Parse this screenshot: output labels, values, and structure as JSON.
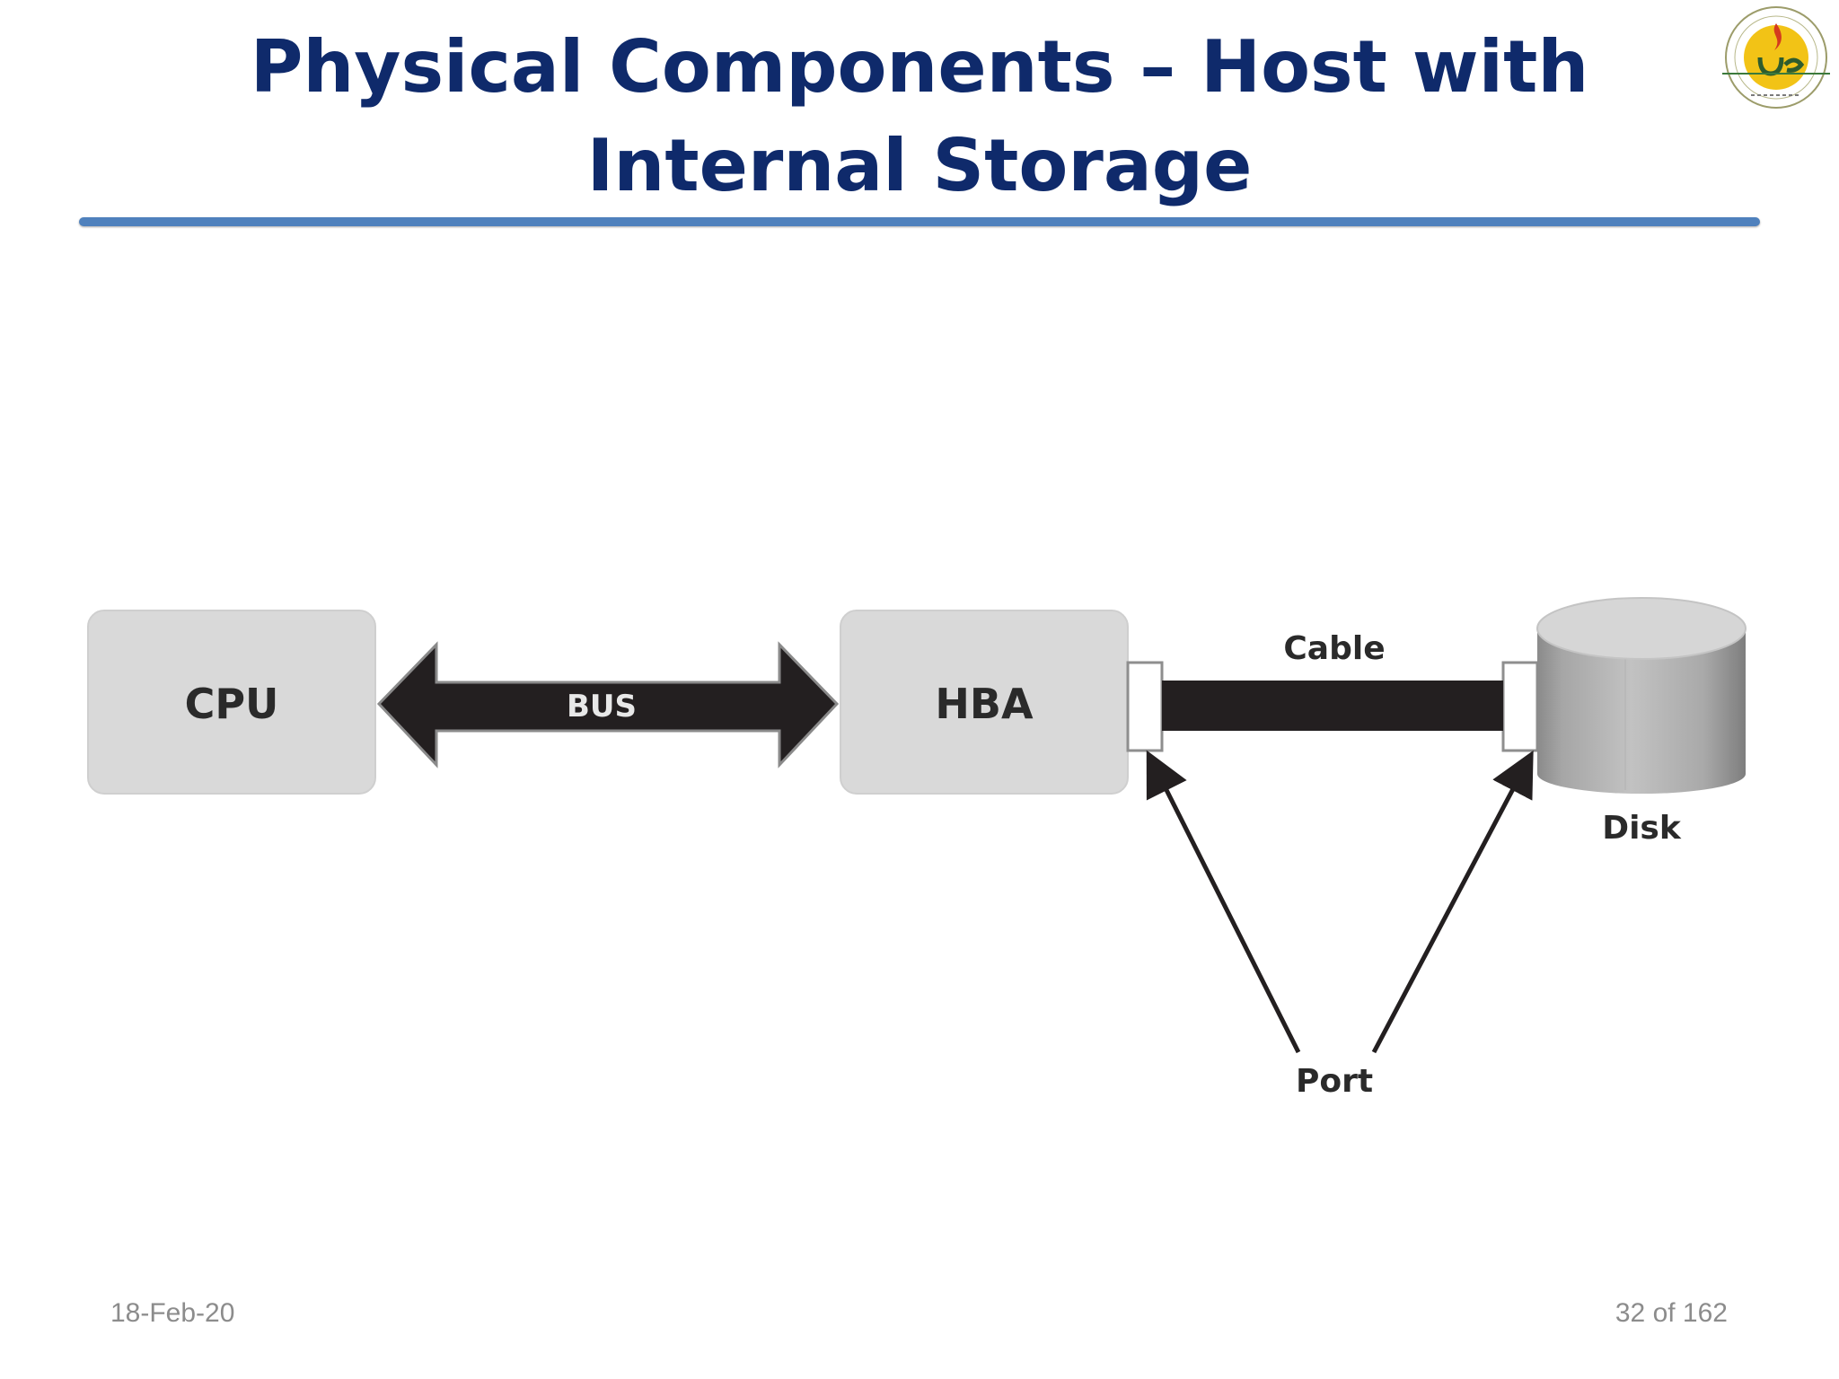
{
  "slide": {
    "title": "Physical Components – Host with Internal Storage",
    "date": "18-Feb-20",
    "page": "32 of 162"
  },
  "diagram": {
    "cpu_label": "CPU",
    "bus_label": "BUS",
    "hba_label": "HBA",
    "cable_label": "Cable",
    "disk_label": "Disk",
    "port_label": "Port"
  },
  "colors": {
    "title": "#0f2a6b",
    "rule": "#4f81bd",
    "box_fill": "#d9d9d9",
    "arrow_fill": "#231f20",
    "footer": "#8c8c8c"
  },
  "icons": {
    "logo": "university-logo-icon"
  }
}
